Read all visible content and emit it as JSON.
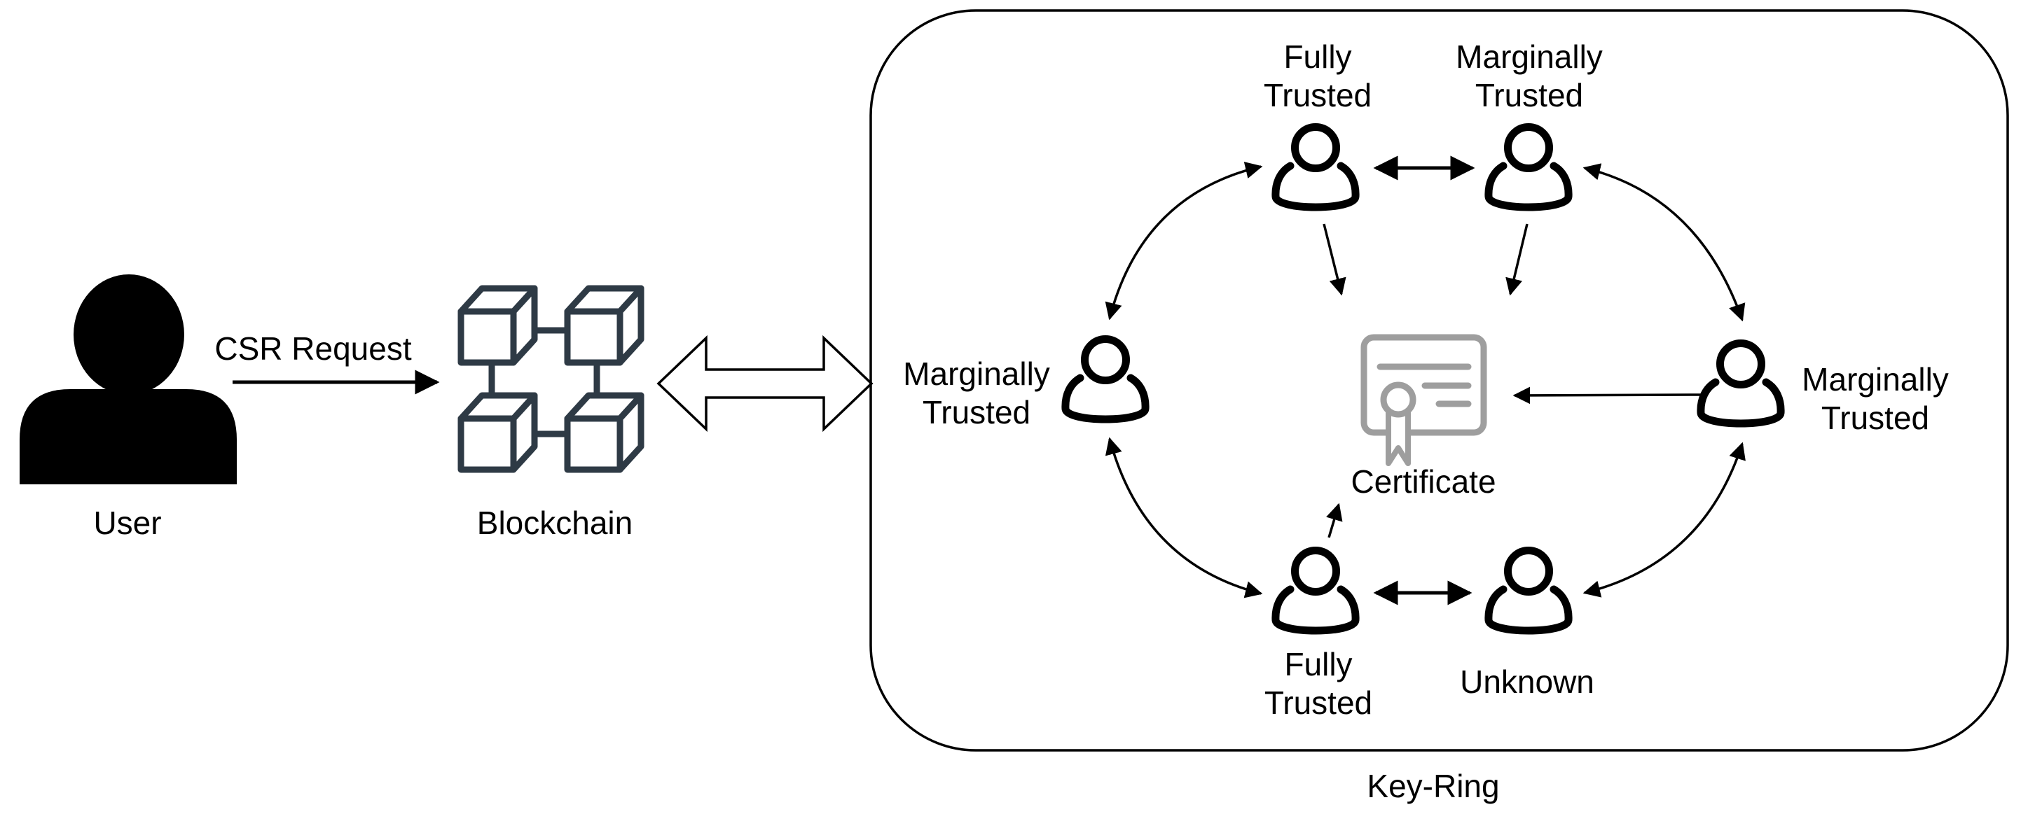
{
  "colors": {
    "ink": "#000000",
    "blockchain_icon": "#2e3a45",
    "certificate_icon": "#9e9e9e",
    "background": "#ffffff"
  },
  "flow": {
    "user_label": "User",
    "csr_label": "CSR Request",
    "blockchain_label": "Blockchain"
  },
  "key_ring": {
    "title": "Key-Ring",
    "certificate_label": "Certificate",
    "members": [
      {
        "position": "top-left",
        "trust": "Fully Trusted"
      },
      {
        "position": "top-right",
        "trust": "Marginally Trusted"
      },
      {
        "position": "left",
        "trust": "Marginally Trusted"
      },
      {
        "position": "right",
        "trust": "Marginally Trusted"
      },
      {
        "position": "bottom-left",
        "trust": "Fully Trusted"
      },
      {
        "position": "bottom-right",
        "trust": "Unknown"
      }
    ]
  }
}
